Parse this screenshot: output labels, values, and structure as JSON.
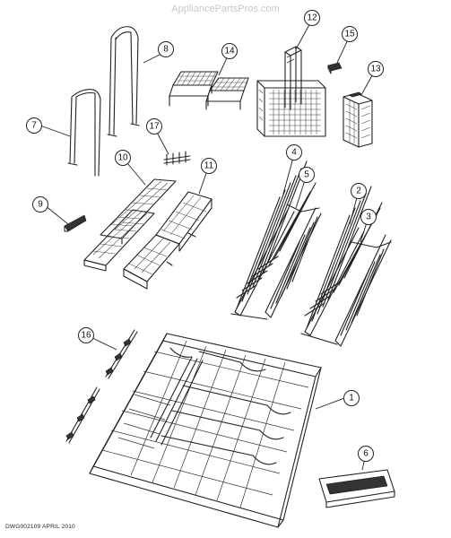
{
  "watermark": "AppliancePartsPros.com",
  "drawing_code": "DWG002109 APRIL 2010",
  "callouts": [
    "1",
    "2",
    "3",
    "4",
    "5",
    "6",
    "7",
    "8",
    "9",
    "10",
    "11",
    "12",
    "13",
    "14",
    "15",
    "16",
    "17"
  ]
}
